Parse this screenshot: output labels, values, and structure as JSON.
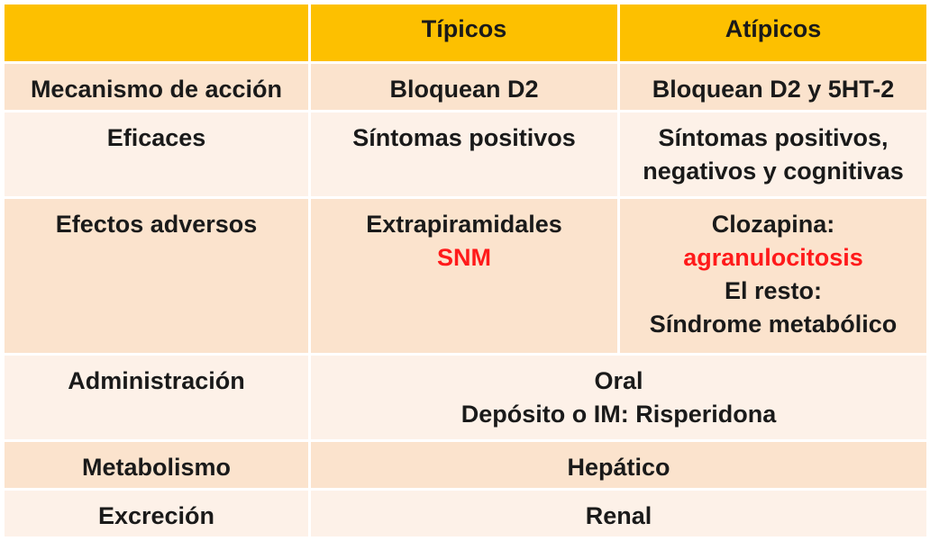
{
  "table": {
    "headers": [
      "",
      "Típicos",
      "Atípicos"
    ],
    "rows": {
      "mecanismo": {
        "label": "Mecanismo de acción",
        "tipicos": "Bloquean D2",
        "atipicos": "Bloquean D2 y 5HT-2"
      },
      "eficaces": {
        "label": "Eficaces",
        "tipicos": "Síntomas positivos",
        "atipicos_line1": "Síntomas positivos,",
        "atipicos_line2": "negativos y cognitivas"
      },
      "efectos": {
        "label": "Efectos adversos",
        "tipicos_line1": "Extrapiramidales",
        "tipicos_line2": "SNM",
        "atipicos_line1": "Clozapina:",
        "atipicos_line2": "agranulocitosis",
        "atipicos_line3": "El resto:",
        "atipicos_line4": "Síndrome metabólico"
      },
      "administracion": {
        "label": "Administración",
        "value_line1": "Oral",
        "value_line2": "Depósito o IM: Risperidona"
      },
      "metabolismo": {
        "label": "Metabolismo",
        "value": "Hepático"
      },
      "excrecion": {
        "label": "Excreción",
        "value": "Renal"
      }
    }
  },
  "colors": {
    "header": "#fdc000",
    "row_dark": "#fbe3cd",
    "row_light": "#fdf1e8",
    "highlight_text": "#ff1a1a"
  }
}
